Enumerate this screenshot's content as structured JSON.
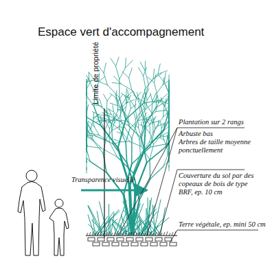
{
  "diagram": {
    "title": "Espace vert d'accompagnement",
    "labels": [
      "Limite de propriété",
      "Transparence visuelle",
      "Plantation sur 2 rangs",
      "Arbuste bas",
      "Arbres de taille moyenne ponctuellement",
      "Couverture du sol par des copeaux de bois de type BRF, ep. 10 cm",
      "Terre végétale, ep. mini 50 cm"
    ]
  }
}
